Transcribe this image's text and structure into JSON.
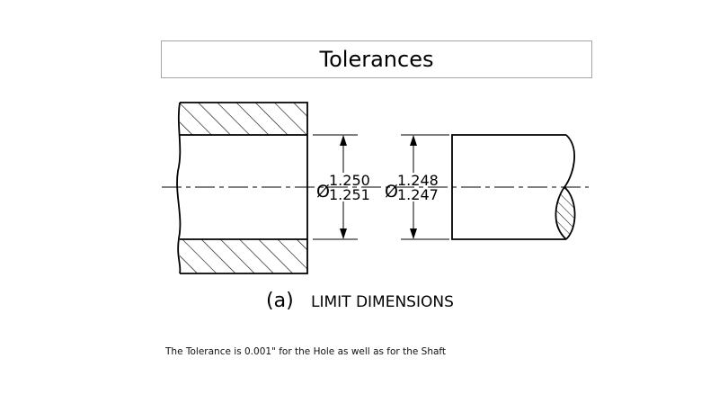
{
  "title": "Tolerances",
  "hole": {
    "diameter_symbol": "Ø",
    "upper": "1.250",
    "lower": "1.251"
  },
  "shaft": {
    "diameter_symbol": "Ø",
    "upper": "1.248",
    "lower": "1.247"
  },
  "figure": {
    "label": "(a)",
    "name": "LIMIT DIMENSIONS"
  },
  "caption": "The Tolerance is 0.001\" for the Hole as well as for the Shaft"
}
